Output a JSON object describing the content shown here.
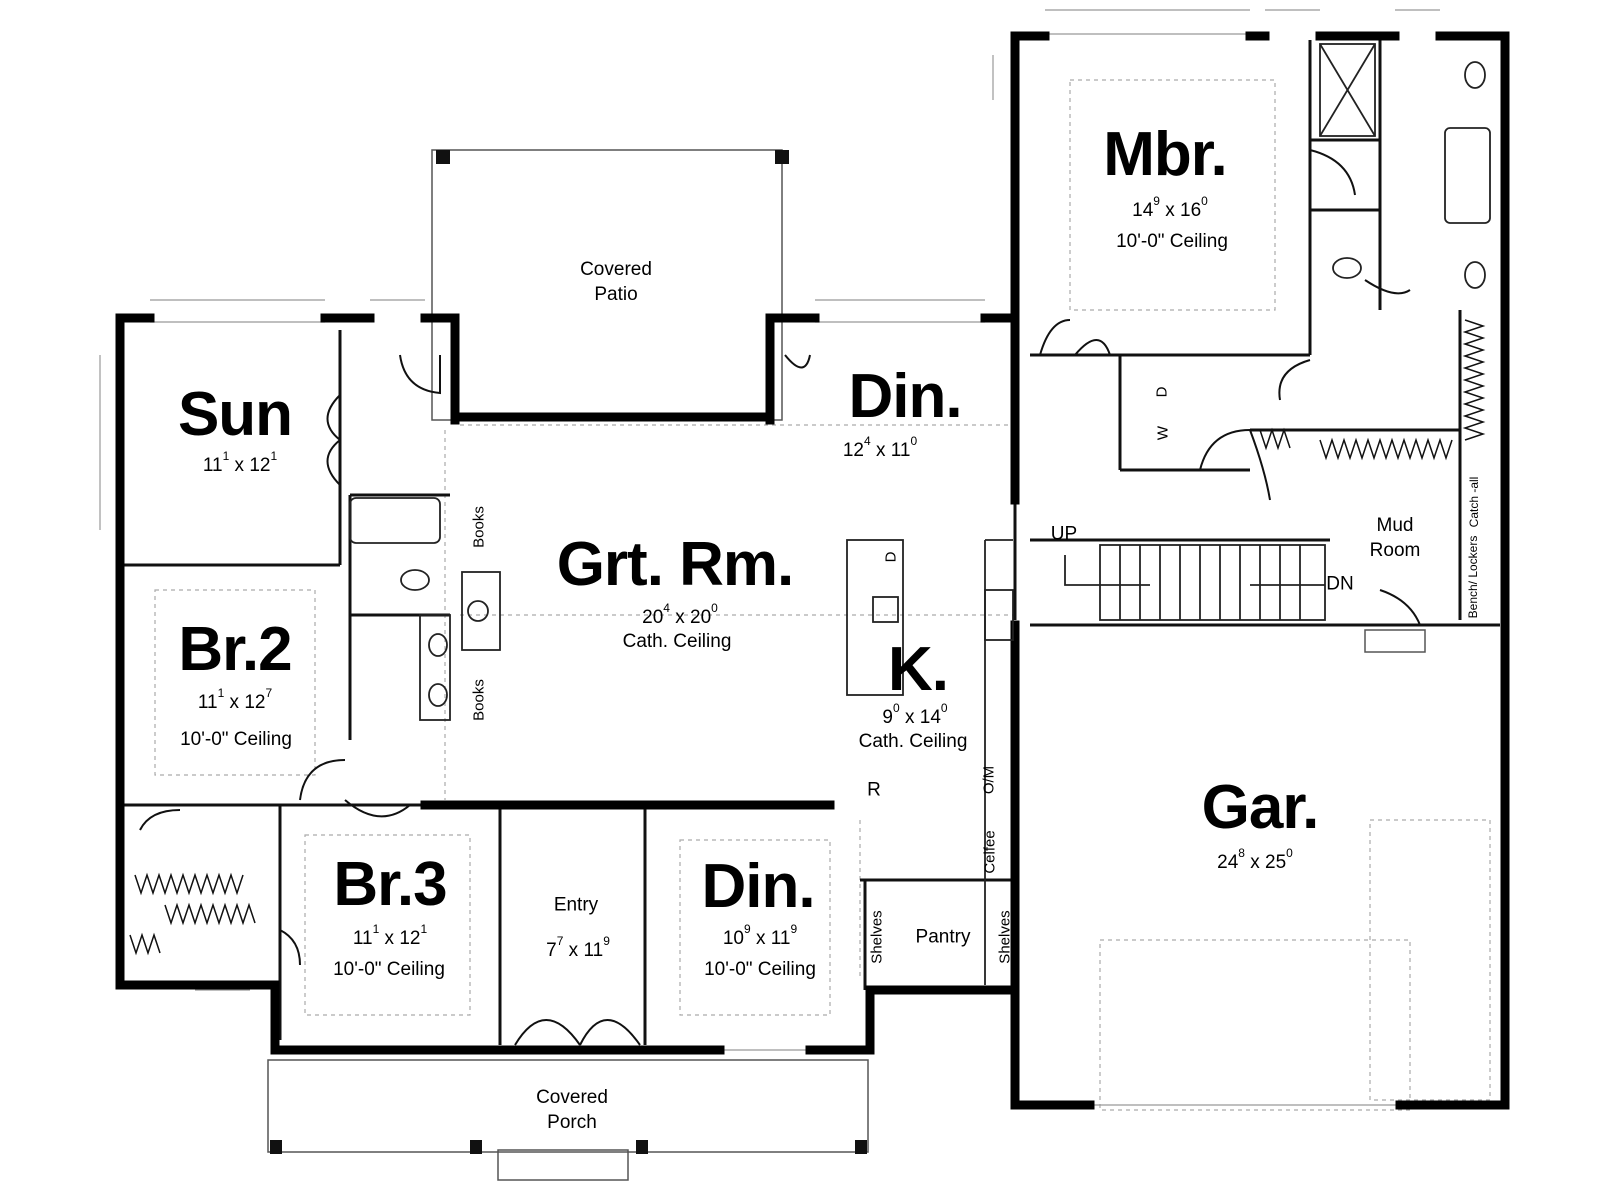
{
  "rooms": {
    "sun": {
      "name": "Sun",
      "w": "11",
      "w_in": "1",
      "l": "12",
      "l_in": "1"
    },
    "br2": {
      "name": "Br.2",
      "w": "11",
      "w_in": "1",
      "l": "12",
      "l_in": "7",
      "ceiling": "10'-0\" Ceiling"
    },
    "br3": {
      "name": "Br.3",
      "w": "11",
      "w_in": "1",
      "l": "12",
      "l_in": "1",
      "ceiling": "10'-0\" Ceiling"
    },
    "grt": {
      "name": "Grt. Rm.",
      "w": "20",
      "w_in": "4",
      "l": "20",
      "l_in": "0",
      "ceiling": "Cath. Ceiling"
    },
    "din_top": {
      "name": "Din.",
      "w": "12",
      "w_in": "4",
      "l": "11",
      "l_in": "0"
    },
    "din_bot": {
      "name": "Din.",
      "w": "10",
      "w_in": "9",
      "l": "11",
      "l_in": "9",
      "ceiling": "10'-0\" Ceiling"
    },
    "kitchen": {
      "name": "K.",
      "w": "9",
      "w_in": "0",
      "l": "14",
      "l_in": "0",
      "ceiling": "Cath. Ceiling"
    },
    "entry": {
      "name": "Entry",
      "w": "7",
      "w_in": "7",
      "l": "11",
      "l_in": "9"
    },
    "mbr": {
      "name": "Mbr.",
      "w": "14",
      "w_in": "9",
      "l": "16",
      "l_in": "0",
      "ceiling": "10'-0\" Ceiling"
    },
    "gar": {
      "name": "Gar.",
      "w": "24",
      "w_in": "8",
      "l": "25",
      "l_in": "0"
    },
    "patio": {
      "line1": "Covered",
      "line2": "Patio"
    },
    "porch": {
      "line1": "Covered",
      "line2": "Porch"
    },
    "mud": {
      "line1": "Mud",
      "line2": "Room"
    },
    "pantry": {
      "name": "Pantry"
    }
  },
  "dim_separator": "x",
  "fixtures": {
    "books": "Books",
    "dishwasher": "D",
    "dryer": "D",
    "washer": "W",
    "fridge": "R",
    "oven_micro": "O/M",
    "coffee": "Celfee",
    "shelves": "Shelves",
    "bench": "Bench/ Lockers",
    "catchall": "Catch -all"
  },
  "stairs": {
    "up": "UP",
    "down": "DN"
  }
}
